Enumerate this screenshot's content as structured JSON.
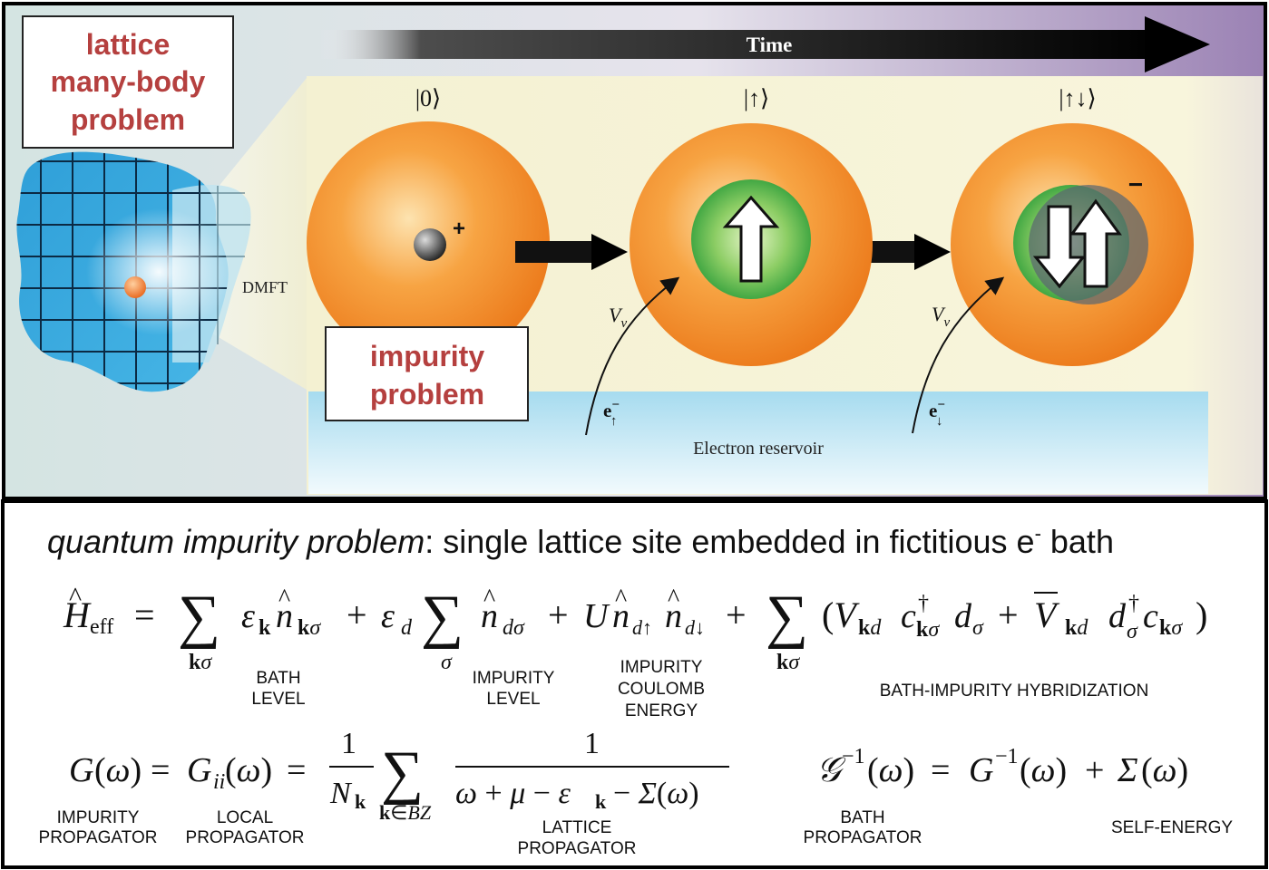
{
  "top": {
    "lattice_box": [
      "lattice",
      "many-body",
      "problem"
    ],
    "impurity_box": [
      "impurity",
      "problem"
    ],
    "time_label": "Time",
    "dmft_label": "DMFT",
    "reservoir_label": "Electron reservoir",
    "states": [
      "|0⟩",
      "|↑⟩",
      "|↑↓⟩"
    ],
    "hybridization_label": "V",
    "hybridization_sub": "ν",
    "electron_label": "e",
    "electron_sup": "−",
    "electron_subs": [
      "↑",
      "↓"
    ],
    "plus_sign": "+",
    "minus_sign": "−"
  },
  "bottom": {
    "heading_italic": "quantum impurity problem",
    "heading_rest": ": single lattice site embedded in fictitious e",
    "heading_sup": "-",
    "heading_end": " bath",
    "hamiltonian_labels": {
      "bath_level": [
        "BATH",
        "LEVEL"
      ],
      "impurity_level": [
        "IMPURITY",
        "LEVEL"
      ],
      "coulomb": [
        "IMPURITY",
        "COULOMB",
        "ENERGY"
      ],
      "hybridization": [
        "BATH-IMPURITY HYBRIDIZATION"
      ]
    },
    "green_labels": {
      "impurity_propagator": [
        "IMPURITY",
        "PROPAGATOR"
      ],
      "local_propagator": [
        "LOCAL",
        "PROPAGATOR"
      ],
      "lattice_propagator": [
        "LATTICE",
        "PROPAGATOR"
      ],
      "bath_propagator": [
        "BATH",
        "PROPAGATOR"
      ],
      "self_energy": [
        "SELF-ENERGY"
      ]
    }
  },
  "colors": {
    "label_red": "#b5403f",
    "sphere_orange": "#f28b22",
    "reservoir_blue": "#a9dcee",
    "spin_green": "#37a83c"
  }
}
